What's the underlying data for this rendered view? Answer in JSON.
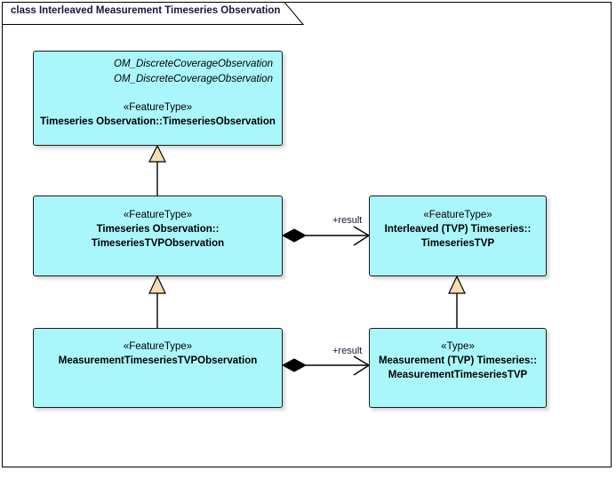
{
  "diagram": {
    "title": "class Interleaved Measurement Timeseries Observation",
    "kind": "UML class diagram",
    "background_color": "#ffffff",
    "frame_border_color": "#000000",
    "class_fill_color": "#aaf7fb",
    "class_border_color": "#1b1b1b",
    "generalization_arrow_color": "#f7ddb2",
    "label_text_color": "#16163c"
  },
  "classes": [
    {
      "id": "timeseries-observation",
      "parents": [
        "OM_DiscreteCoverageObservation",
        "OM_DiscreteCoverageObservation"
      ],
      "stereotype": "«FeatureType»",
      "name_line1": "Timeseries Observation::TimeseriesObservation",
      "name_line2": ""
    },
    {
      "id": "timeseries-tvp-observation",
      "parents": [],
      "stereotype": "«FeatureType»",
      "name_line1": "Timeseries Observation::",
      "name_line2": "TimeseriesTVPObservation"
    },
    {
      "id": "interleaved-timeseries-tvp",
      "parents": [],
      "stereotype": "«FeatureType»",
      "name_line1": "Interleaved (TVP) Timeseries::",
      "name_line2": "TimeseriesTVP"
    },
    {
      "id": "measurement-timeseries-tvp-observation",
      "parents": [],
      "stereotype": "«FeatureType»",
      "name_line1": "MeasurementTimeseriesTVPObservation",
      "name_line2": ""
    },
    {
      "id": "measurement-timeseries-tvp",
      "parents": [],
      "stereotype": "«Type»",
      "name_line1": "Measurement (TVP) Timeseries::",
      "name_line2": "MeasurementTimeseriesTVP"
    }
  ],
  "relationships": [
    {
      "id": "gen-tsobs-to-tstvpobs",
      "type": "generalization",
      "from": "timeseries-tvp-observation",
      "to": "timeseries-observation",
      "label": ""
    },
    {
      "id": "gen-tstvpobs-to-mtstvpobs",
      "type": "generalization",
      "from": "measurement-timeseries-tvp-observation",
      "to": "timeseries-tvp-observation",
      "label": ""
    },
    {
      "id": "gen-tstvp-to-mtstvp",
      "type": "generalization",
      "from": "measurement-timeseries-tvp",
      "to": "interleaved-timeseries-tvp",
      "label": ""
    },
    {
      "id": "comp-tstvpobs-result",
      "type": "composition",
      "from": "timeseries-tvp-observation",
      "to": "interleaved-timeseries-tvp",
      "label": "+result"
    },
    {
      "id": "comp-mtstvpobs-result",
      "type": "composition",
      "from": "measurement-timeseries-tvp-observation",
      "to": "measurement-timeseries-tvp",
      "label": "+result"
    }
  ]
}
